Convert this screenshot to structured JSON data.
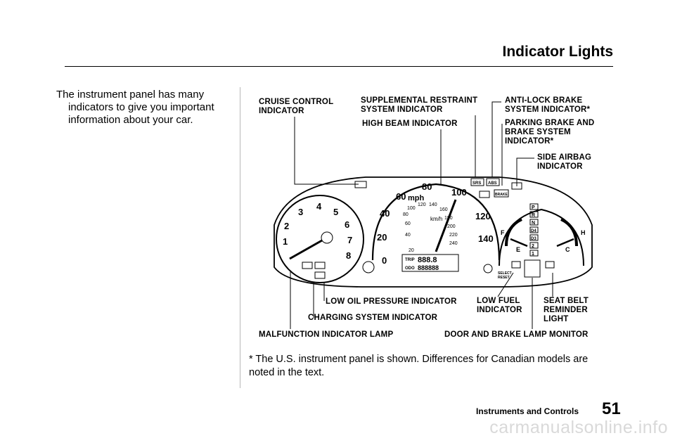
{
  "header": {
    "title": "Indicator Lights"
  },
  "intro": {
    "line1": "The instrument panel has many",
    "line2": "indicators to give you important",
    "line3": "information about your car."
  },
  "callouts": {
    "cruise": [
      "CRUISE CONTROL",
      "INDICATOR"
    ],
    "srs": [
      "SUPPLEMENTAL RESTRAINT",
      "SYSTEM INDICATOR"
    ],
    "high_beam": [
      "HIGH BEAM INDICATOR"
    ],
    "abs": [
      "ANTI-LOCK BRAKE",
      "SYSTEM INDICATOR*"
    ],
    "parking": [
      "PARKING BRAKE AND",
      "BRAKE SYSTEM",
      "INDICATOR*"
    ],
    "side_airbag": [
      "SIDE AIRBAG",
      "INDICATOR"
    ],
    "low_oil": [
      "LOW OIL PRESSURE INDICATOR"
    ],
    "low_fuel": [
      "LOW FUEL",
      "INDICATOR"
    ],
    "seat_belt": [
      "SEAT BELT",
      "REMINDER",
      "LIGHT"
    ],
    "charging": [
      "CHARGING SYSTEM INDICATOR"
    ],
    "malfunction": [
      "MALFUNCTION INDICATOR LAMP"
    ],
    "door_brake": [
      "DOOR AND BRAKE LAMP MONITOR"
    ]
  },
  "cluster": {
    "speed_mph": [
      "0",
      "20",
      "40",
      "60",
      "80",
      "100",
      "120",
      "140"
    ],
    "speed_kmh": [
      "20",
      "40",
      "60",
      "80",
      "100",
      "120",
      "140",
      "160",
      "180",
      "200",
      "220",
      "240"
    ],
    "speed_unit_mph": "mph",
    "speed_unit_kmh": "km/h",
    "tach": [
      "1",
      "2",
      "3",
      "4",
      "5",
      "6",
      "7",
      "8"
    ],
    "gear": [
      "P",
      "R",
      "N",
      "D4",
      "D3",
      "2",
      "1"
    ],
    "temp_hot": "H",
    "temp_cold": "C",
    "fuel_full": "F",
    "fuel_empty": "E",
    "odometer": "888888",
    "trip": "888.8",
    "trip_label": "TRIP",
    "odo_label": "ODO",
    "select_reset": [
      "SELECT",
      "RESET"
    ],
    "indicator_srs": "SRS",
    "indicator_abs": "ABS",
    "indicator_brake": "BRAKE"
  },
  "note": {
    "line1": "* The U.S. instrument panel is shown. Differences for Canadian models are",
    "line2": "noted in the text."
  },
  "footer": {
    "section": "Instruments and Controls",
    "page": "51"
  },
  "watermark": "carmanualsonline.info"
}
